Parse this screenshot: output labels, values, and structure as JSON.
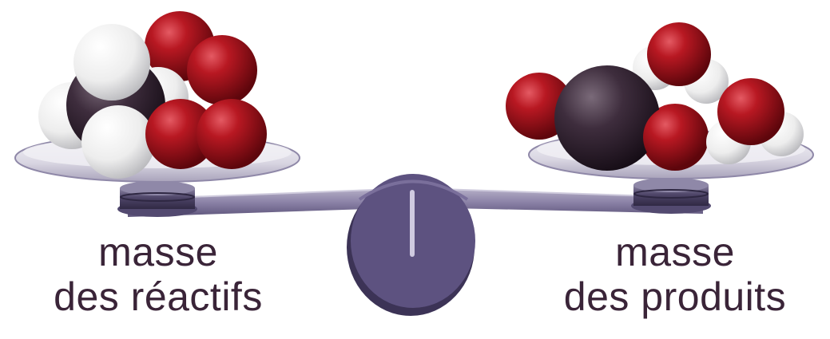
{
  "captions": {
    "left": {
      "line1": "masse",
      "line2": "des réactifs"
    },
    "right": {
      "line1": "masse",
      "line2": "des produits"
    }
  },
  "reactants": [
    "CH4",
    "O2",
    "O2"
  ],
  "products": [
    "CO2",
    "H2O",
    "H2O"
  ],
  "colors": {
    "oxygen": "#b2151f",
    "hydrogen": "#f2f2f2",
    "carbon": "#3b2a3a",
    "balance": "#5a4d79",
    "text": "#3a2438"
  }
}
